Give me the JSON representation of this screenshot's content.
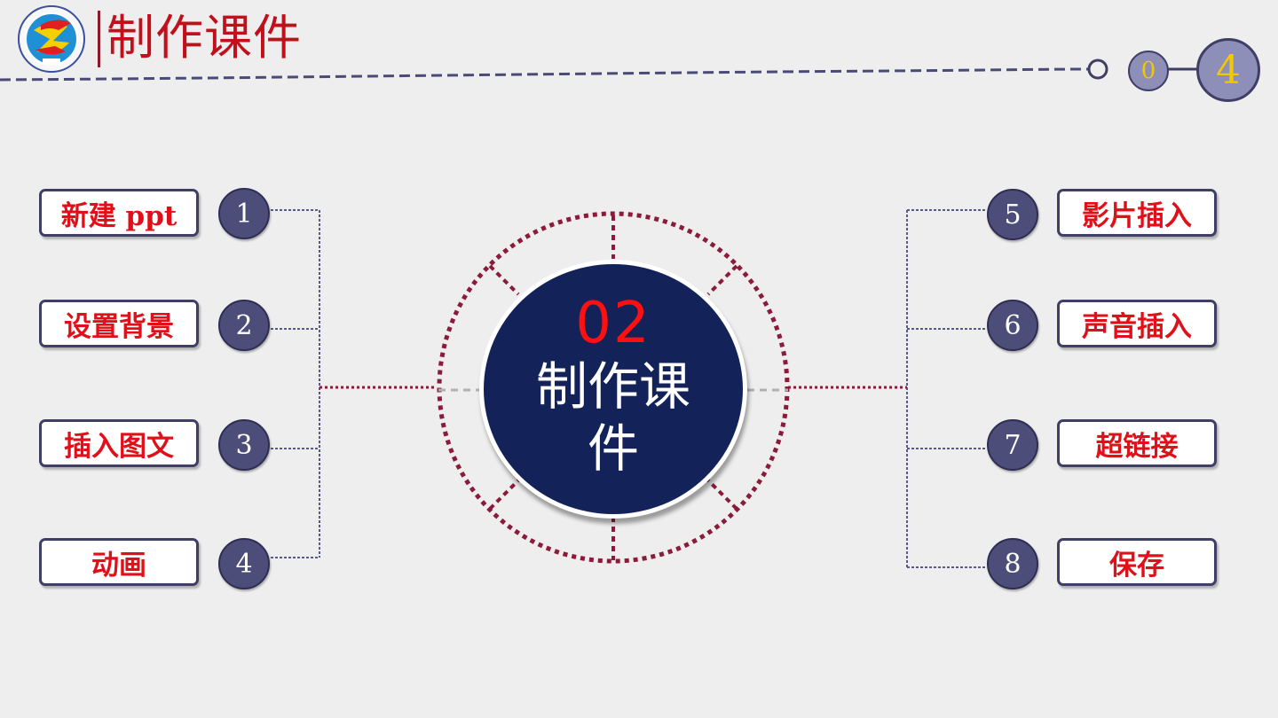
{
  "header": {
    "title": "制作课件",
    "pager": [
      "0",
      "4"
    ]
  },
  "center": {
    "number": "02",
    "label": "制作课件"
  },
  "left_items": [
    {
      "num": "1",
      "label": "新建 ppt"
    },
    {
      "num": "2",
      "label": "设置背景"
    },
    {
      "num": "3",
      "label": "插入图文"
    },
    {
      "num": "4",
      "label": "动画"
    }
  ],
  "right_items": [
    {
      "num": "5",
      "label": "影片插入"
    },
    {
      "num": "6",
      "label": "声音插入"
    },
    {
      "num": "7",
      "label": "超链接"
    },
    {
      "num": "8",
      "label": "保存"
    }
  ],
  "colors": {
    "accent_red": "#e0101a",
    "navy": "#132258",
    "circle_fill": "#4d4d7a",
    "border": "#3f3f66",
    "dotted_red": "#8b1a3b"
  },
  "icons": [
    "school-logo-icon"
  ]
}
